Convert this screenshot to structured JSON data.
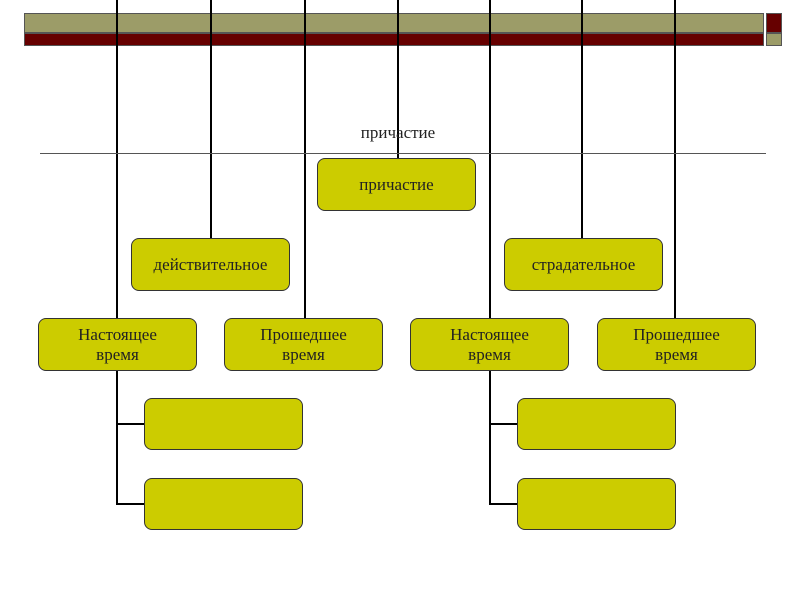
{
  "title": "причастие",
  "colors": {
    "bar_olive": "#9c9c68",
    "bar_red": "#660000",
    "box_fill": "#cccc00"
  },
  "root": "причастие",
  "categories": [
    {
      "label": "действительное",
      "children": [
        {
          "line1": "Настоящее",
          "line2": "время"
        },
        {
          "line1": "Прошедшее",
          "line2": "время"
        }
      ]
    },
    {
      "label": "страдательное",
      "children": [
        {
          "line1": "Настоящее",
          "line2": "время"
        },
        {
          "line1": "Прошедшее",
          "line2": "время"
        }
      ]
    }
  ]
}
